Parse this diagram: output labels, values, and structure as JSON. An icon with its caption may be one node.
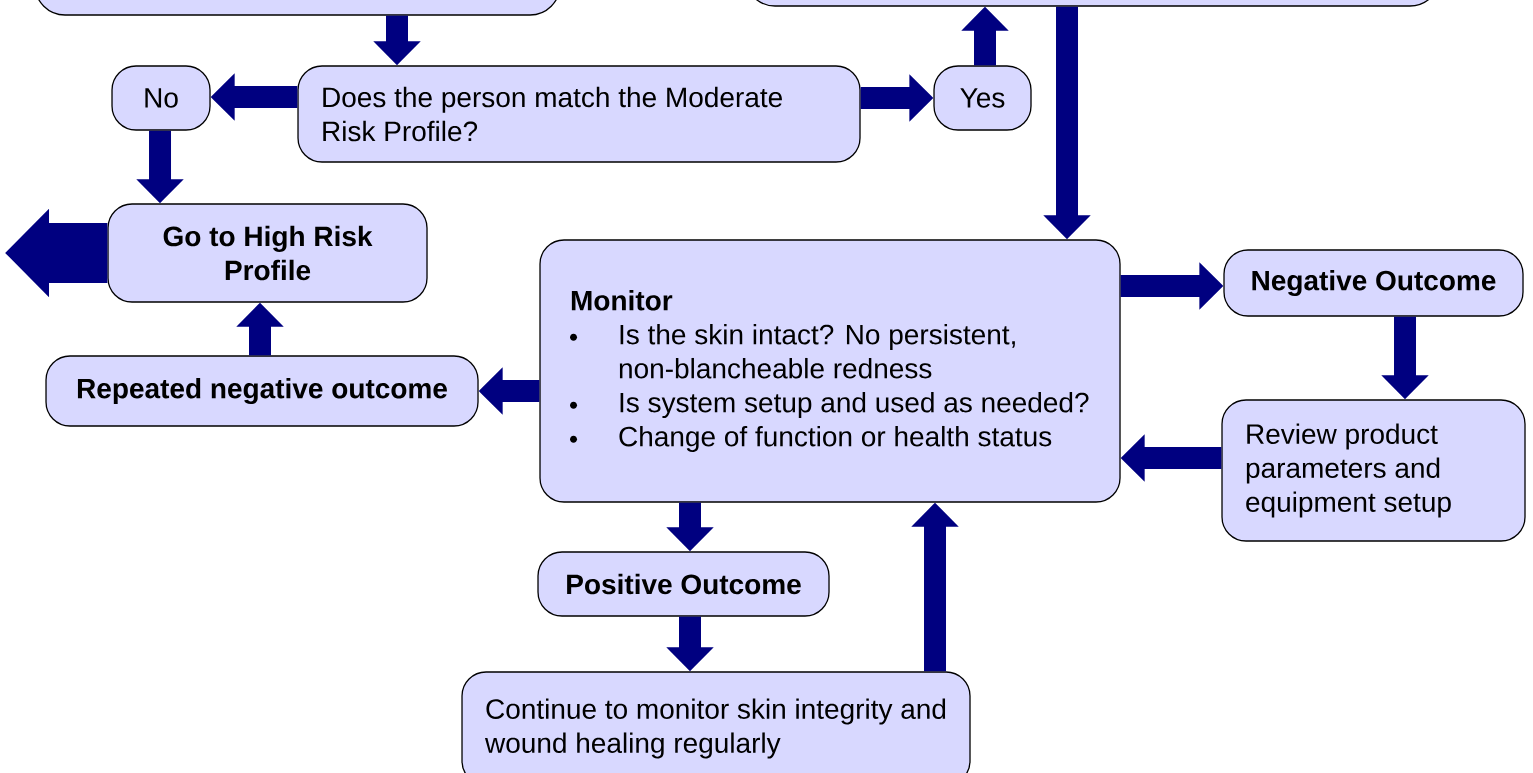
{
  "diagram": {
    "nodes": [
      {
        "text": [],
        "shape": "box"
      },
      {
        "text": [],
        "shape": "box"
      },
      {
        "text": [
          "Does the person match the Moderate Risk Profile?"
        ]
      },
      {
        "text": [
          "No"
        ]
      },
      {
        "text": [
          "Yes"
        ]
      },
      {
        "text": [
          "Go to High Risk Profile"
        ]
      },
      {
        "text": [
          "Repeated negative outcome"
        ]
      },
      {
        "text": [
          "Monitor",
          "Is the skin intact? No persistent, non-blancheable redness",
          "Is system setup and used as needed?",
          "Change of function or health status"
        ]
      },
      {
        "text": [
          "Negative Outcome"
        ]
      },
      {
        "text": [
          "Review product parameters and equipment setup"
        ]
      },
      {
        "text": [
          "Positive Outcome"
        ]
      },
      {
        "text": [
          "Continue to monitor skin integrity and wound healing regularly"
        ]
      }
    ],
    "edges": [
      {
        "from": 0,
        "to": 2,
        "arrow": "to"
      },
      {
        "from": 2,
        "to": 3,
        "arrow": "to"
      },
      {
        "from": 2,
        "to": 4,
        "arrow": "to"
      },
      {
        "from": 4,
        "to": 1,
        "arrow": "to"
      },
      {
        "from": 1,
        "to": 7,
        "arrow": "to"
      },
      {
        "from": 3,
        "to": 5,
        "arrow": "to"
      },
      {
        "from": 5,
        "to": null,
        "arrow": "to",
        "style": "thick"
      },
      {
        "from": 6,
        "to": 5,
        "arrow": "to"
      },
      {
        "from": 7,
        "to": 6,
        "arrow": "to"
      },
      {
        "from": 7,
        "to": 8,
        "arrow": "to"
      },
      {
        "from": 8,
        "to": 9,
        "arrow": "to"
      },
      {
        "from": 9,
        "to": 7,
        "arrow": "to"
      },
      {
        "from": 7,
        "to": 10,
        "arrow": "to"
      },
      {
        "from": 10,
        "to": 11,
        "arrow": "to"
      },
      {
        "from": 11,
        "to": 7,
        "arrow": "to"
      }
    ]
  }
}
